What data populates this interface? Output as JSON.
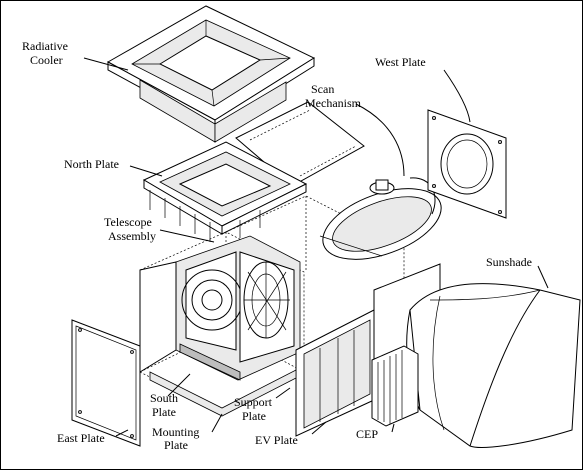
{
  "labels": {
    "radiative_cooler": [
      "Radiative",
      "Cooler"
    ],
    "west_plate": "West Plate",
    "scan_mechanism": [
      "Scan",
      "Mechanism"
    ],
    "north_plate": "North Plate",
    "telescope_assembly": [
      "Telescope",
      "Assembly"
    ],
    "sunshade": "Sunshade",
    "south_plate": [
      "South",
      "Plate"
    ],
    "support_plate": [
      "Support",
      "Plate"
    ],
    "mounting_plate": [
      "Mounting",
      "Plate"
    ],
    "east_plate": "East Plate",
    "ev_plate": "EV Plate",
    "cep": "CEP"
  }
}
